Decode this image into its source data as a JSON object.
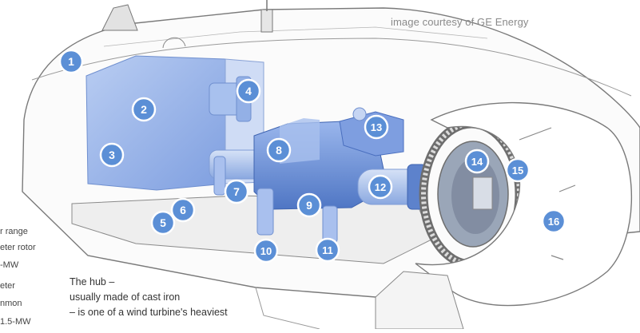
{
  "credit": "image courtesy of GE Energy",
  "left_text_fragments": [
    "r range",
    "eter rotor",
    "-MW",
    "eter",
    "nmon",
    "1.5-MW"
  ],
  "caption": {
    "line1": "The hub –",
    "line2": "usually made of cast iron",
    "line3": "– is one of a wind turbine's heaviest"
  },
  "markers": [
    "1",
    "2",
    "3",
    "4",
    "5",
    "6",
    "7",
    "8",
    "9",
    "10",
    "11",
    "12",
    "13",
    "14",
    "15",
    "16"
  ],
  "colors": {
    "marker_fill": "#5b8fd6",
    "component_blue": "#8fb0e8",
    "component_blue_dark": "#4f76c4",
    "outline": "#6e6e6e"
  }
}
